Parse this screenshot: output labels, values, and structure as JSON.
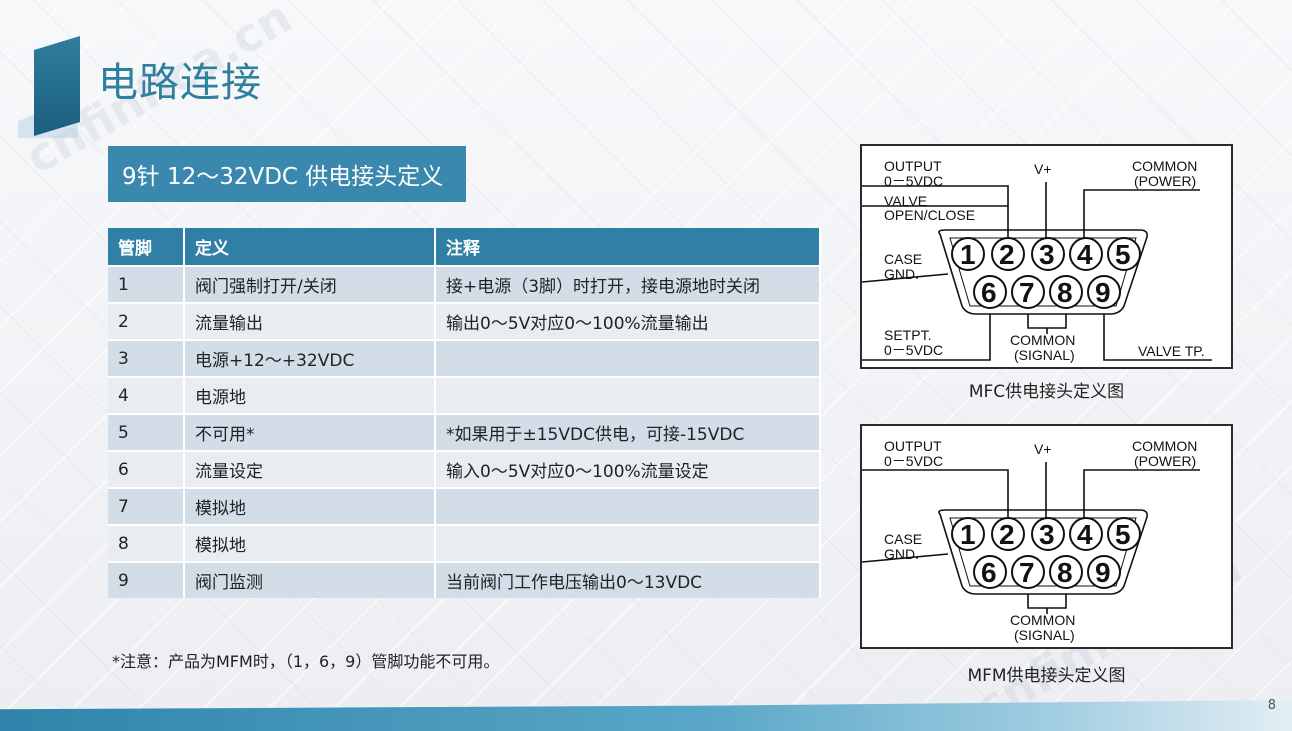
{
  "page": {
    "title": "电路连接",
    "subtitle": "9针 12～32VDC 供电接头定义",
    "page_number": "8",
    "watermark": "cnfinfica.cn"
  },
  "table": {
    "headers": [
      "管脚",
      "定义",
      "注释"
    ],
    "rows": [
      [
        "1",
        "阀门强制打开/关闭",
        "接+电源（3脚）时打开，接电源地时关闭"
      ],
      [
        "2",
        "流量输出",
        "输出0～5V对应0～100%流量输出"
      ],
      [
        "3",
        "电源+12～+32VDC",
        ""
      ],
      [
        "4",
        "电源地",
        ""
      ],
      [
        "5",
        "不可用*",
        "*如果用于±15VDC供电，可接-15VDC"
      ],
      [
        "6",
        "流量设定",
        "输入0～5V对应0～100%流量设定"
      ],
      [
        "7",
        "模拟地",
        ""
      ],
      [
        "8",
        "模拟地",
        ""
      ],
      [
        "9",
        "阀门监测",
        "当前阀门工作电压输出0～13VDC"
      ]
    ]
  },
  "note": "*注意：产品为MFM时，（1，6，9）管脚功能不可用。",
  "diagrams": {
    "mfc": {
      "caption": "MFC供电接头定义图",
      "labels": {
        "output": "OUTPUT",
        "output_range": "0－5VDC",
        "vplus": "V+",
        "common_power": "COMMON",
        "power": "(POWER)",
        "valve": "VALVE",
        "open_close": "OPEN/CLOSE",
        "case": "CASE",
        "gnd": "GND.",
        "setpt": "SETPT.",
        "setpt_range": "0－5VDC",
        "common_signal": "COMMON",
        "signal": "(SIGNAL)",
        "valve_tp": "VALVE TP."
      }
    },
    "mfm": {
      "caption": "MFM供电接头定义图",
      "labels": {
        "output": "OUTPUT",
        "output_range": "0－5VDC",
        "vplus": "V+",
        "common_power": "COMMON",
        "power": "(POWER)",
        "case": "CASE",
        "gnd": "GND.",
        "common_signal": "COMMON",
        "signal": "(SIGNAL)"
      }
    },
    "pins_top": [
      "1",
      "2",
      "3",
      "4",
      "5"
    ],
    "pins_bottom": [
      "6",
      "7",
      "8",
      "9"
    ]
  },
  "colors": {
    "accent": "#2f7fa6",
    "title": "#2f7f9e",
    "row_odd": "#d3dde8",
    "row_even": "#e9edf2"
  }
}
